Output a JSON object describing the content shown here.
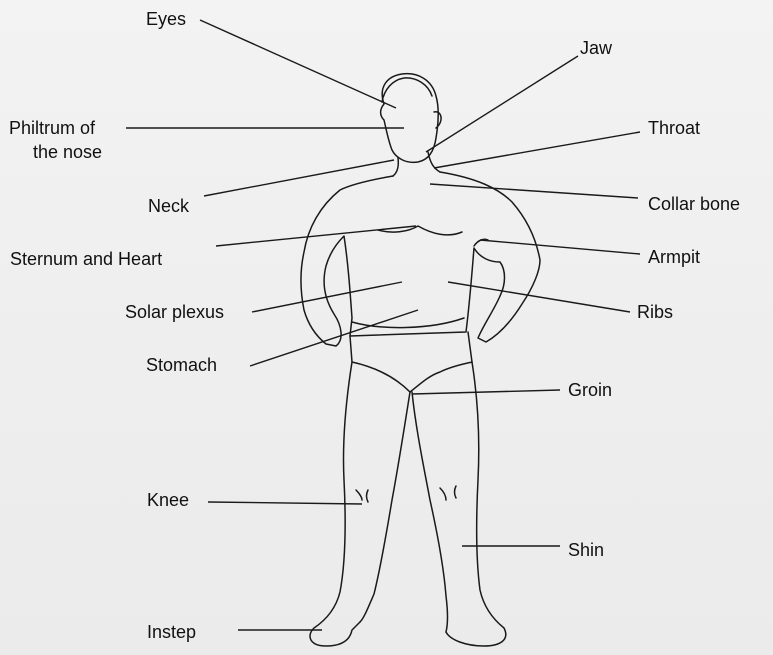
{
  "labels": {
    "eyes": "Eyes",
    "jaw": "Jaw",
    "philtrum_line1": "Philtrum of",
    "philtrum_line2": "the nose",
    "throat": "Throat",
    "neck": "Neck",
    "collar_bone": "Collar bone",
    "sternum_heart": "Sternum and Heart",
    "armpit": "Armpit",
    "solar_plexus": "Solar plexus",
    "ribs": "Ribs",
    "stomach": "Stomach",
    "groin": "Groin",
    "knee": "Knee",
    "shin": "Shin",
    "instep": "Instep"
  }
}
